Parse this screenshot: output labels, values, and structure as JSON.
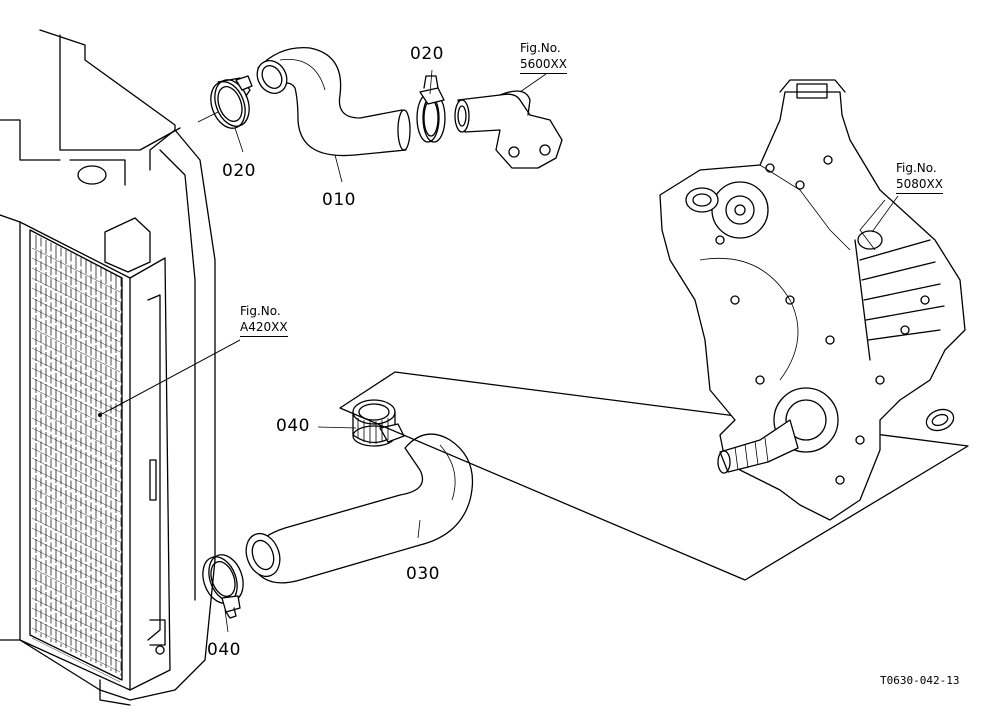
{
  "diagram": {
    "part_labels": {
      "clamp_top_left": "020",
      "hose_upper": "010",
      "clamp_top_right": "020",
      "clamp_lower_top": "040",
      "hose_lower": "030",
      "clamp_lower_bottom": "040"
    },
    "figure_refs": {
      "thermostat_housing": {
        "title": "Fig.No.",
        "number": "5600XX"
      },
      "engine": {
        "title": "Fig.No.",
        "number": "5080XX"
      },
      "radiator": {
        "title": "Fig.No.",
        "number": "A420XX"
      }
    },
    "drawing_code": "T0630-042-13"
  }
}
